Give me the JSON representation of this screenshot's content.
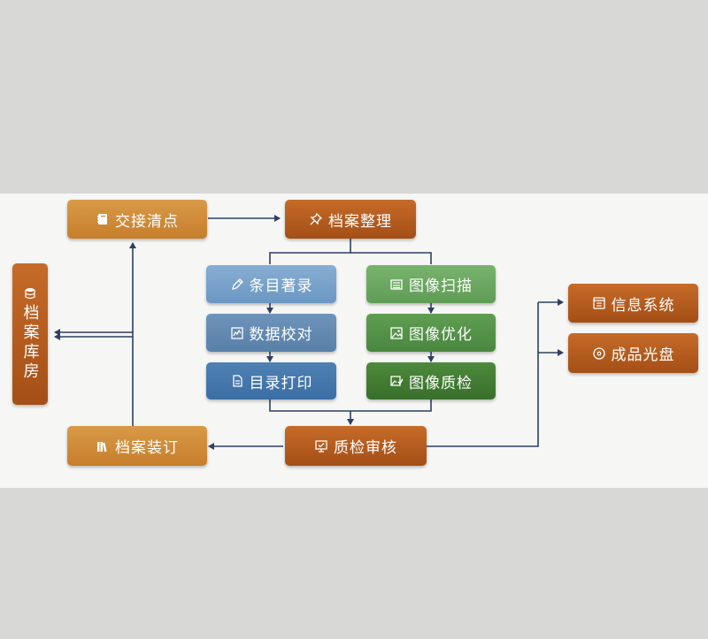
{
  "nodes": {
    "handover": {
      "label": "交接清点",
      "icon": "notebook-icon"
    },
    "organize": {
      "label": "档案整理",
      "icon": "pushpin-icon"
    },
    "catalog": {
      "label": "条目著录",
      "icon": "pencil-icon"
    },
    "proofread": {
      "label": "数据校对",
      "icon": "chart-icon"
    },
    "print": {
      "label": "目录打印",
      "icon": "document-icon"
    },
    "scan": {
      "label": "图像扫描",
      "icon": "scanner-icon"
    },
    "optimize": {
      "label": "图像优化",
      "icon": "image-icon"
    },
    "imgqc": {
      "label": "图像质检",
      "icon": "image-check-icon"
    },
    "review": {
      "label": "质检审核",
      "icon": "monitor-check-icon"
    },
    "binding": {
      "label": "档案装订",
      "icon": "books-icon"
    },
    "storage": {
      "label": "档案库房",
      "icon": "database-icon"
    },
    "infosys": {
      "label": "信息系统",
      "icon": "window-icon"
    },
    "disc": {
      "label": "成品光盘",
      "icon": "disc-icon"
    }
  },
  "colors": {
    "orange": "#cf8a37",
    "rust": "#b45d1f",
    "blue": "#5f8bb8",
    "green": "#4f8d43",
    "connector": "#2e3f63"
  }
}
